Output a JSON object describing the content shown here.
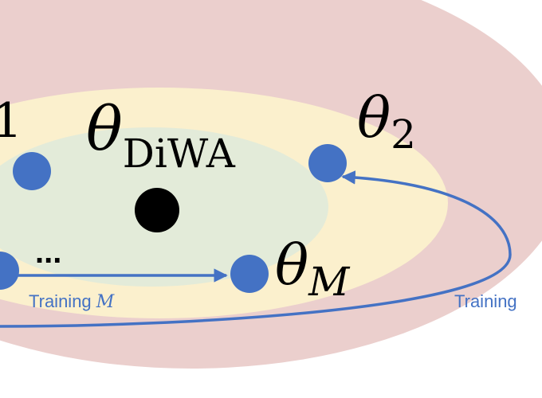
{
  "colors": {
    "outer_region": "#ebcfcd",
    "middle_region": "#fbf0cd",
    "inner_region": "#e3ebd9",
    "point": "#4472c4",
    "center_point": "#000000",
    "arrow": "#4472c4",
    "label": "#000000",
    "training_label": "#4472c4"
  },
  "labels": {
    "theta_symbol": "θ",
    "theta_1_sub": "1",
    "theta_2_sub": "2",
    "theta_m_sub": "M",
    "theta_diwa_sub": "DiWA",
    "ellipsis": "...",
    "training_m_text": "Training ",
    "training_m_var": "M",
    "training_2_text": "Training"
  }
}
